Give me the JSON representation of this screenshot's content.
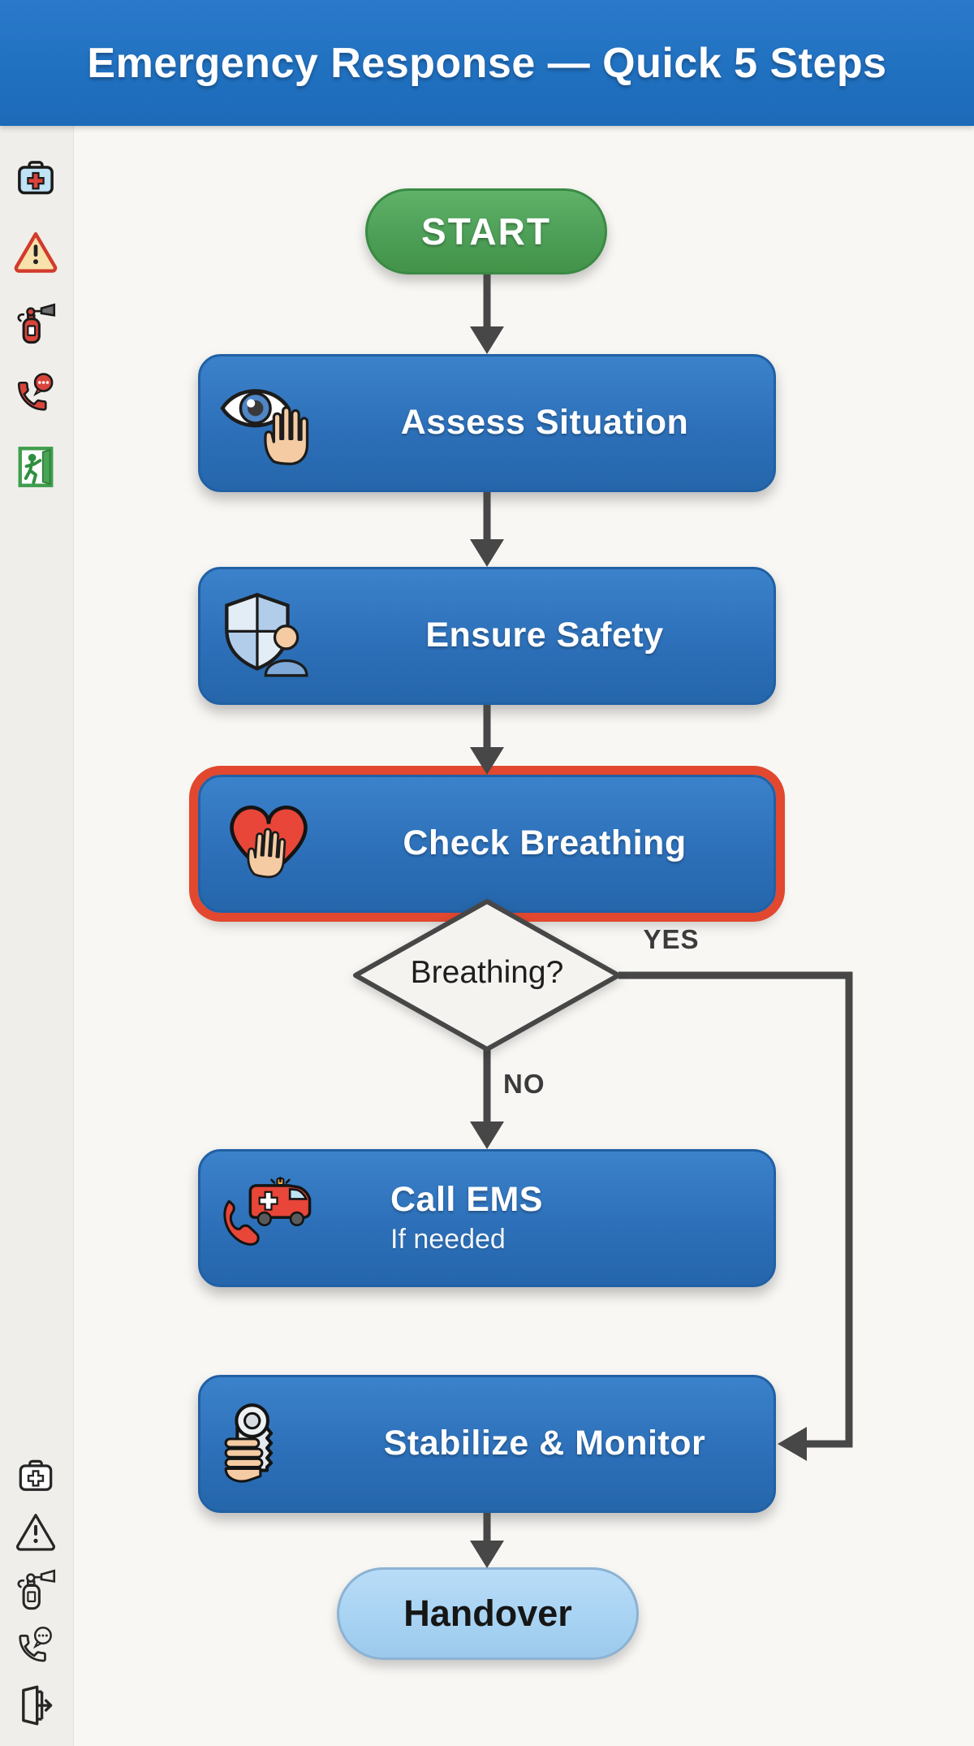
{
  "header": {
    "title": "Emergency Response — Quick 5 Steps"
  },
  "sidebar": {
    "top_icons": [
      "first-aid-kit-icon",
      "warning-triangle-icon",
      "fire-extinguisher-icon",
      "emergency-call-icon",
      "emergency-exit-icon"
    ],
    "bottom_icons": [
      "first-aid-kit-outline-icon",
      "warning-triangle-outline-icon",
      "fire-extinguisher-outline-icon",
      "emergency-call-outline-icon",
      "exit-door-outline-icon"
    ]
  },
  "flow": {
    "start": {
      "label": "START"
    },
    "steps": [
      {
        "label": "Assess Situation",
        "icon": "eye-hand-icon",
        "highlighted": false
      },
      {
        "label": "Ensure Safety",
        "icon": "shield-person-icon",
        "highlighted": false
      },
      {
        "label": "Check Breathing",
        "icon": "heart-hand-icon",
        "highlighted": true
      },
      {
        "label": "Call EMS",
        "sublabel": "If needed",
        "icon": "phone-ambulance-icon",
        "highlighted": false
      },
      {
        "label": "Stabilize & Monitor",
        "icon": "bandage-roll-hand-icon",
        "highlighted": false
      }
    ],
    "decision": {
      "label": "Breathing?",
      "yes": "YES",
      "no": "NO"
    },
    "end": {
      "label": "Handover"
    }
  },
  "colors": {
    "header_blue": "#2070c0",
    "box_blue": "#2d70b9",
    "box_border": "#2160a4",
    "highlight_red": "#e1482f",
    "start_green": "#4d9f57",
    "start_border": "#3a8a45",
    "end_fill": "#a7d2f2",
    "end_border": "#8cb2d3",
    "connector_gray": "#474747",
    "diamond_fill": "#f4f3f0"
  }
}
